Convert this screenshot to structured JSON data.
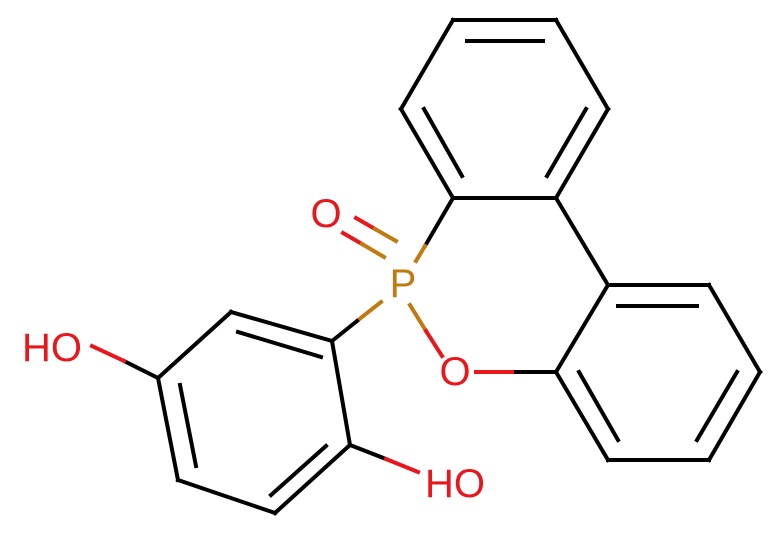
{
  "molecule": {
    "atoms": {
      "phosphorus": "P",
      "phosphoryl_oxygen": "O",
      "ring_oxygen": "O",
      "hydroxyl_top": "HO",
      "hydroxyl_bottom": "HO"
    },
    "colors": {
      "bond": "#000000",
      "phosphorus": "#c07a10",
      "oxygen": "#e8171d"
    }
  }
}
